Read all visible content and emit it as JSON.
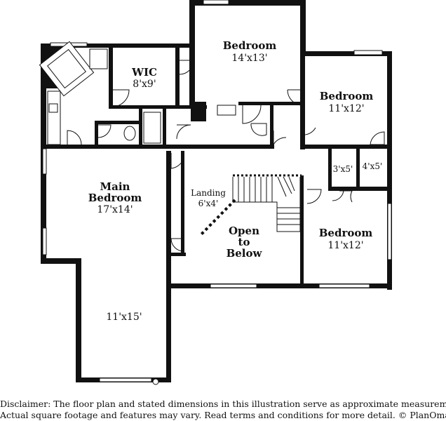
{
  "rooms": {
    "bedroom_top": {
      "name": "Bedroom",
      "dims": "14'x13'"
    },
    "wic": {
      "name": "WIC",
      "dims": "8'x9'"
    },
    "bedroom_right_upper": {
      "name": "Bedroom",
      "dims": "11'x12'"
    },
    "closet_a": {
      "dims": "3'x5'"
    },
    "closet_b": {
      "dims": "4'x5'"
    },
    "main_bedroom": {
      "name_line1": "Main",
      "name_line2": "Bedroom",
      "dims": "17'x14'"
    },
    "landing": {
      "name": "Landing",
      "dims": "6'x4'"
    },
    "open_to_below": {
      "line1": "Open",
      "line2": "to",
      "line3": "Below"
    },
    "bedroom_right_lower": {
      "name": "Bedroom",
      "dims": "11'x12'"
    },
    "main_extension": {
      "dims": "11'x15'"
    }
  },
  "disclaimer": {
    "line1": "Disclaimer: The floor plan and stated dimensions in this illustration serve as approximate measurements.",
    "line2": "Actual square footage and features may vary. Read terms and conditions for more detail. © PlanOmatic"
  }
}
